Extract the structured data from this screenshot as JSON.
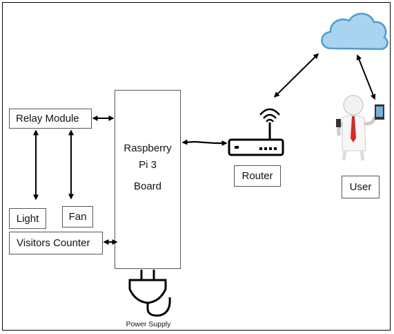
{
  "blocks": {
    "relay_module": "Relay Module",
    "light": "Light",
    "fan": "Fan",
    "visitors_counter": "Visitors Counter",
    "raspberry_line1": "Raspberry",
    "raspberry_line2": "Pi 3",
    "raspberry_line3": "Board",
    "router": "Router",
    "user": "User",
    "power_supply": "Power Supply"
  },
  "icons": {
    "cloud": "cloud-icon",
    "wifi_router": "wifi-router-icon",
    "user_laptop": "user-with-laptop-icon",
    "power_plug": "power-plug-icon"
  },
  "colors": {
    "cloud_fill": "#a9d4f0",
    "cloud_stroke": "#4a9bd6",
    "line": "#000000"
  }
}
